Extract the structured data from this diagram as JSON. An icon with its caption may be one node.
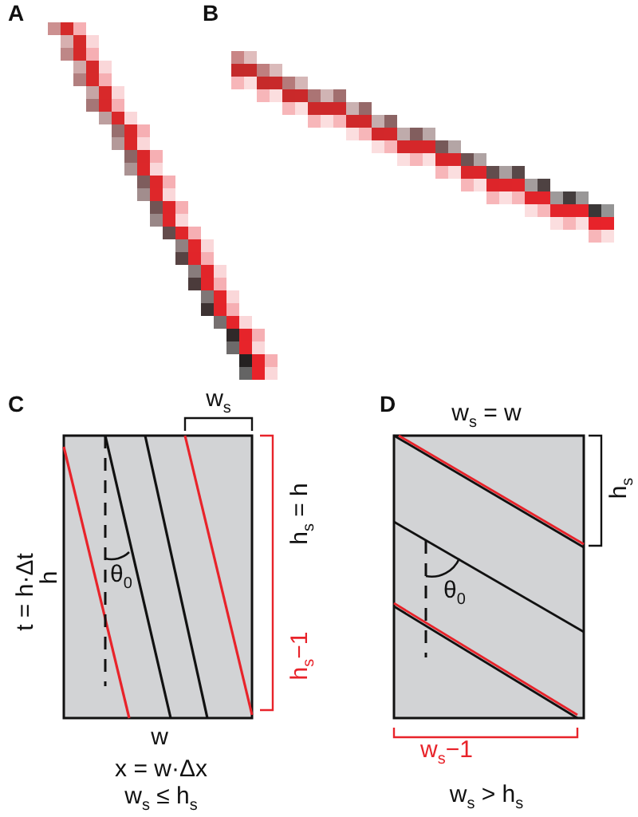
{
  "diagram": {
    "labels": [
      "A",
      "B",
      "C",
      "w$_{s}$",
      "D",
      "w$_{s}$ = w",
      "h$_{s}$ = h",
      "h$_{s}$",
      "t = h·Δt",
      "h",
      "θ$_{0}$",
      "θ$_{0}$",
      "h$_{s}$−1",
      "w",
      "w$_{s}$−1",
      "x = w·Δx",
      "w$_{s}$ ≤ h$_{s}$",
      "w$_{s}$ > h$_{s}$"
    ]
  }
}
